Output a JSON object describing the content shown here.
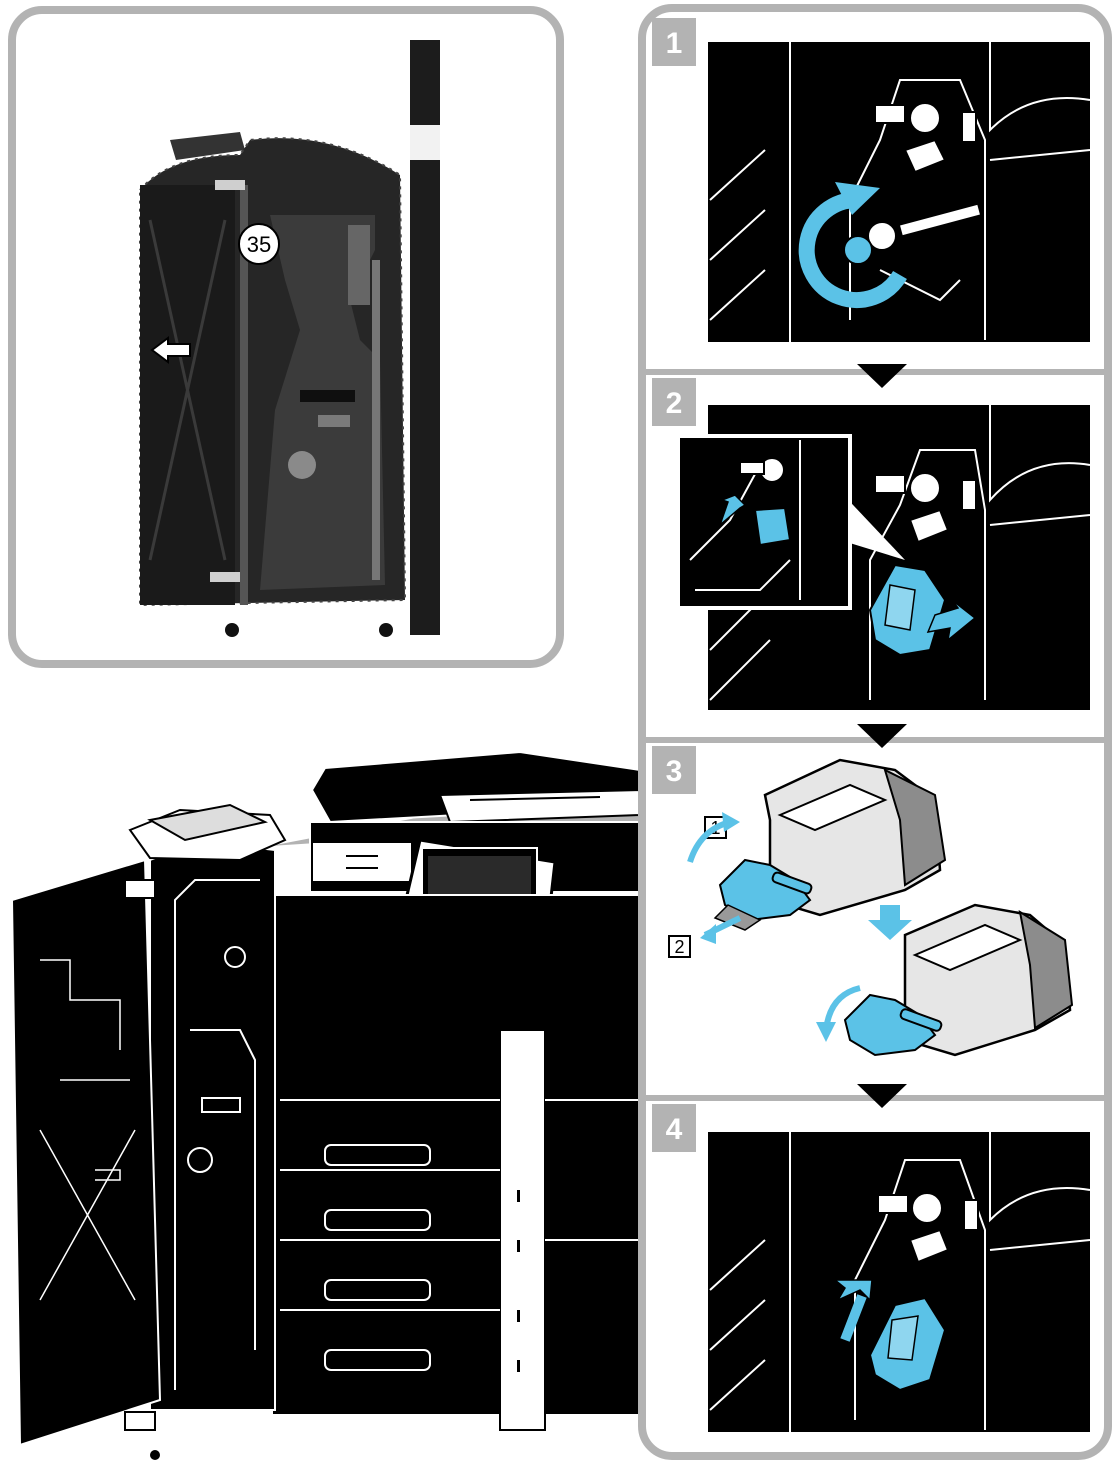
{
  "callout": {
    "part_number": "35"
  },
  "steps": [
    {
      "number": "1"
    },
    {
      "number": "2"
    },
    {
      "number": "3"
    },
    {
      "number": "4"
    }
  ],
  "step3": {
    "marker_1": "1",
    "marker_2": "2"
  },
  "colors": {
    "frame": "#b3b3b3",
    "accent": "#5bc2e7",
    "artwork": "#000000",
    "background": "#ffffff",
    "beam": "#b3b3b3"
  }
}
